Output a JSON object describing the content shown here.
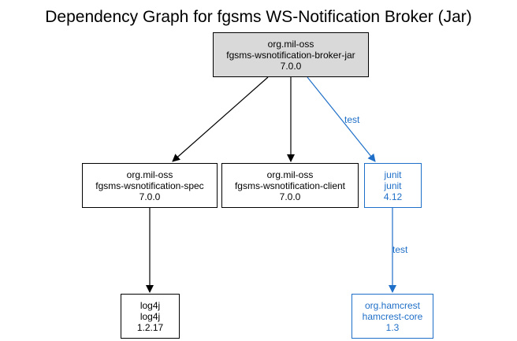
{
  "title": "Dependency Graph for fgsms WS-Notification Broker (Jar)",
  "colors": {
    "root_fill": "#d9d9d9",
    "test_scope": "#1f6fc8",
    "default": "#000000"
  },
  "nodes": {
    "broker": {
      "group": "org.mil-oss",
      "artifact": "fgsms-wsnotification-broker-jar",
      "version": "7.0.0"
    },
    "spec": {
      "group": "org.mil-oss",
      "artifact": "fgsms-wsnotification-spec",
      "version": "7.0.0"
    },
    "client": {
      "group": "org.mil-oss",
      "artifact": "fgsms-wsnotification-client",
      "version": "7.0.0"
    },
    "junit": {
      "group": "junit",
      "artifact": "junit",
      "version": "4.12"
    },
    "log4j": {
      "group": "log4j",
      "artifact": "log4j",
      "version": "1.2.17"
    },
    "hamcrest": {
      "group": "org.hamcrest",
      "artifact": "hamcrest-core",
      "version": "1.3"
    }
  },
  "edges": {
    "broker_junit_label": "test",
    "junit_hamcrest_label": "test"
  }
}
